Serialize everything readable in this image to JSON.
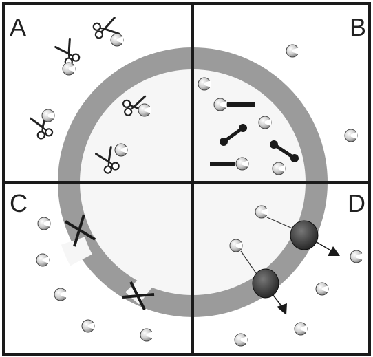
{
  "panels": [
    {
      "id": "A",
      "label": "A"
    },
    {
      "id": "B",
      "label": "B"
    },
    {
      "id": "C",
      "label": "C"
    },
    {
      "id": "D",
      "label": "D"
    }
  ],
  "colors": {
    "membrane": "#9b9b9b",
    "interior": "#f6f6f6",
    "grid_line": "#1a1a1a",
    "molecule_fill": "#cfcfcf",
    "molecule_stroke": "#333333",
    "channel_fill": "#3a3a3a"
  },
  "icons": {
    "scissors": "scissors-icon",
    "molecule": "pacman-molecule-icon",
    "damage_cross": "x-cross-icon",
    "transporter": "transporter-channel-icon",
    "direction_arrow": "arrow-icon"
  }
}
